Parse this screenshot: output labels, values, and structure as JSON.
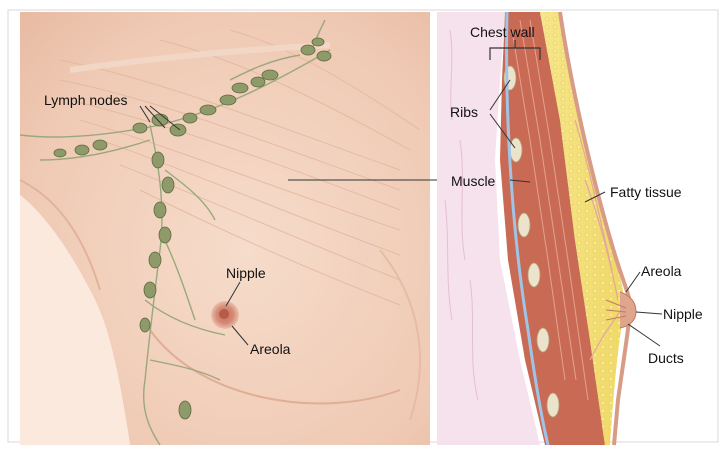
{
  "labels": {
    "lymph_nodes": "Lymph nodes",
    "nipple_left": "Nipple",
    "areola_left": "Areola",
    "chest_wall": "Chest wall",
    "ribs": "Ribs",
    "muscle": "Muscle",
    "fatty_tissue": "Fatty tissue",
    "areola_right": "Areola",
    "nipple_right": "Nipple",
    "ducts": "Ducts"
  },
  "colors": {
    "skin": "#f3d2bf",
    "muscle": "#c96a54",
    "fat": "#f4e27a",
    "lymph_node": "#8f9a6a",
    "areola": "#d0826f",
    "bone": "#ece3cc"
  }
}
